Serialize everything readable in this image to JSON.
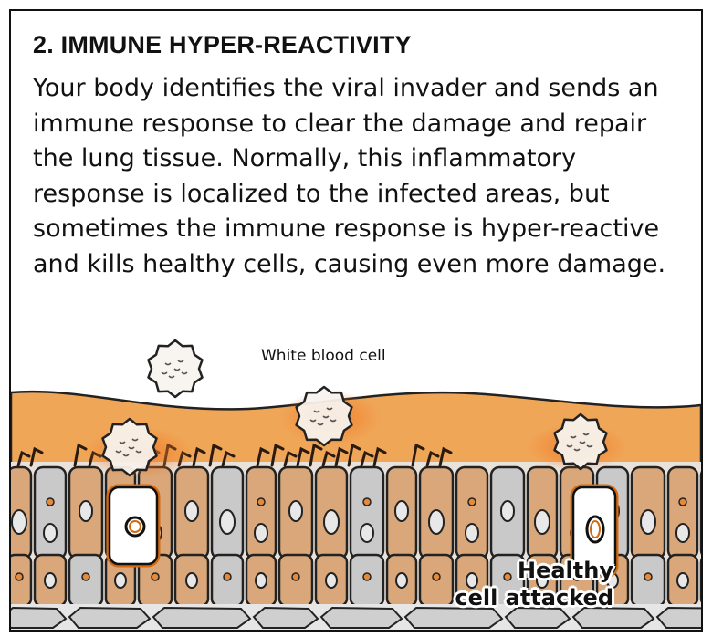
{
  "panel": {
    "title": "2. IMMUNE HYPER-REACTIVITY",
    "body": "Your body identifies the viral invader and sends an immune response to clear the damage and repair the lung tissue. Normally, this inflammatory response is localized to the infected areas, but sometimes the immune response is hyper-reactive and kills healthy cells, causing even more damage."
  },
  "labels": {
    "white_blood_cell": "White blood cell",
    "healthy_line1": "Healthy",
    "healthy_line2": "cell attacked"
  },
  "colors": {
    "tissue_orange": "#f0a657",
    "cell_tan": "#d9a77a",
    "cell_gray": "#c9c9c9",
    "outline": "#222222",
    "inflammation": "#f07a28"
  }
}
